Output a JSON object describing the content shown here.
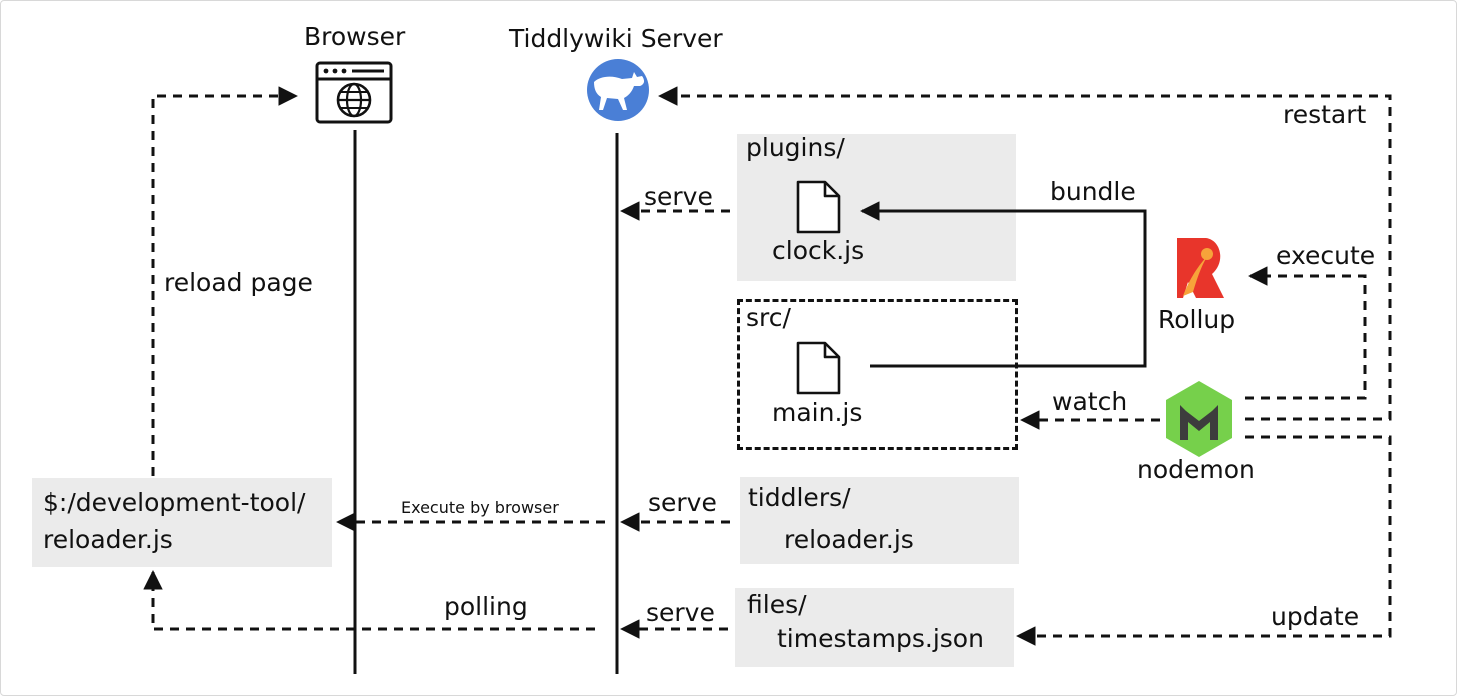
{
  "browser": {
    "title": "Browser"
  },
  "server": {
    "title": "Tiddlywiki Server"
  },
  "plugins": {
    "folder": "plugins/",
    "file": "clock.js"
  },
  "src": {
    "folder": "src/",
    "file": "main.js"
  },
  "tiddlers": {
    "folder": "tiddlers/",
    "file": "reloader.js"
  },
  "files": {
    "folder": "files/",
    "file": "timestamps.json"
  },
  "reloader_box": {
    "line1": "$:/development-tool/",
    "line2": "reloader.js"
  },
  "rollup": {
    "label": "Rollup"
  },
  "nodemon": {
    "label": "nodemon"
  },
  "edges": {
    "restart": "restart",
    "bundle": "bundle",
    "execute": "execute",
    "watch": "watch",
    "update": "update",
    "serve_plugins": "serve",
    "serve_tiddlers": "serve",
    "serve_files": "serve",
    "reload_page": "reload page",
    "execute_by_browser": "Execute by browser",
    "polling": "polling"
  },
  "colors": {
    "box_fill": "#ebebeb",
    "line": "#111111",
    "tiddlywiki_blue": "#4a7fd6",
    "rollup_red": "#e8352b",
    "rollup_orange": "#f7a33a",
    "nodemon_green": "#76d04b",
    "nodemon_dark": "#3d3d3d"
  },
  "icons": [
    "browser-window-icon",
    "tiddlywiki-logo-icon",
    "file-icon",
    "rollup-logo-icon",
    "nodemon-logo-icon"
  ]
}
